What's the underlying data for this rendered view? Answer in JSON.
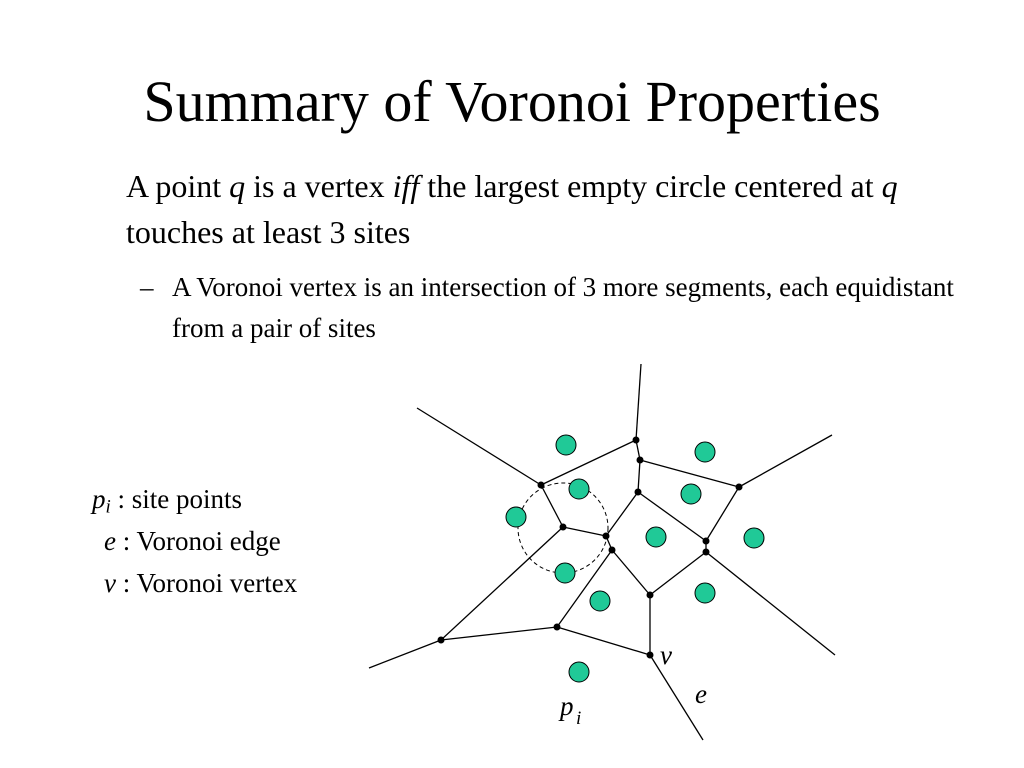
{
  "slide": {
    "title": "Summary of Voronoi Properties",
    "main_bullet": {
      "text_1": "A point ",
      "q_1": "q",
      "text_2": " is a vertex ",
      "iff": "iff",
      "text_3": "  the largest empty circle centered at ",
      "q_2": "q",
      "text_4": " touches at least 3 sites"
    },
    "sub_bullet": {
      "dash": "–",
      "text": "A Voronoi vertex is an intersection of 3 more segments, each equidistant from a pair of sites"
    },
    "legend": [
      {
        "symbol": "p",
        "subscript": "i",
        "description": " : site points"
      },
      {
        "symbol": "e",
        "subscript": "",
        "description": " : Voronoi edge"
      },
      {
        "symbol": "v",
        "subscript": "",
        "description": " : Voronoi vertex"
      }
    ]
  },
  "diagram": {
    "site_color": "#20c997",
    "line_color": "#000000",
    "labels": {
      "vertex": "v",
      "edge": "e",
      "site": "p",
      "site_subscript": "i"
    }
  }
}
